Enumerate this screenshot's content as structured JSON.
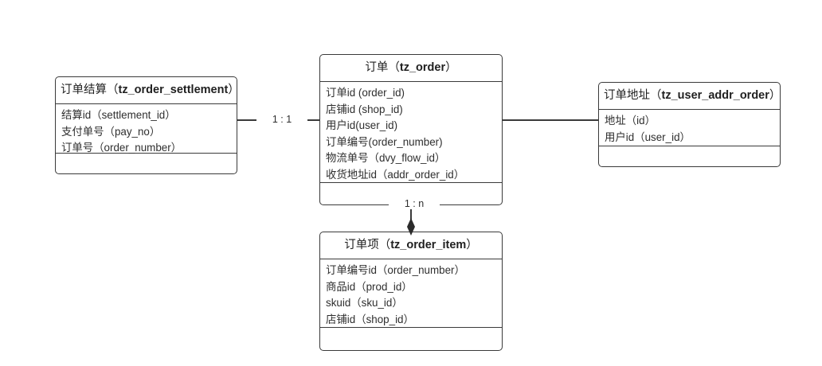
{
  "diagram": {
    "type": "er-diagram",
    "background": "#ffffff",
    "line_color": "#3a3a3a",
    "text_color": "#2e2e2e"
  },
  "entities": [
    {
      "id": "settlement",
      "title_cn": "订单结算",
      "title_table": "tz_order_settlement",
      "title": "订单结算（tz_order_settlement）",
      "attributes": [
        "结算id（settlement_id）",
        "支付单号（pay_no）",
        "订单号（order_number）"
      ]
    },
    {
      "id": "order",
      "title_cn": "订单",
      "title_table": "tz_order",
      "title": "订单（tz_order）",
      "attributes": [
        "订单id (order_id)",
        "店铺id (shop_id)",
        "用户id(user_id)",
        "订单编号(order_number)",
        "物流单号（dvy_flow_id）",
        "收货地址id（addr_order_id）"
      ]
    },
    {
      "id": "addr",
      "title_cn": "订单地址",
      "title_table": "tz_user_addr_order",
      "title": "订单地址（tz_user_addr_order）",
      "attributes": [
        "地址（id）",
        "用户id（user_id）"
      ]
    },
    {
      "id": "item",
      "title_cn": "订单项",
      "title_table": "tz_order_item",
      "title": "订单项（tz_order_item）",
      "attributes": [
        "订单编号id（order_number）",
        "商品id（prod_id）",
        "skuid（sku_id）",
        "店铺id（shop_id）"
      ]
    }
  ],
  "relationships": [
    {
      "id": "settlement-order",
      "from": "settlement",
      "to": "order",
      "label": "1 : 1",
      "marker": "none"
    },
    {
      "id": "order-addr",
      "from": "order",
      "to": "addr",
      "label": "",
      "marker": "none"
    },
    {
      "id": "order-item",
      "from": "order",
      "to": "item",
      "label": "1 : n",
      "marker": "filled-diamond"
    }
  ]
}
